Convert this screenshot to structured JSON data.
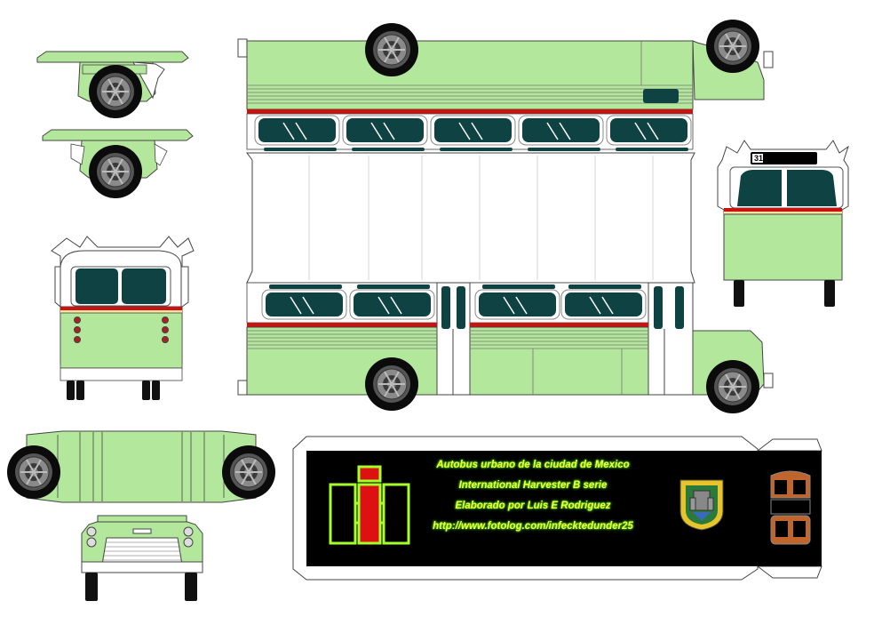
{
  "colors": {
    "body_green": "#b3e79b",
    "window_dark": "#0f4343",
    "stripe_red": "#cc1111",
    "tire_black": "#0b0b0b",
    "hub_grey": "#7a7a7a",
    "panel_black": "#000000",
    "logo_red": "#dd1111",
    "logo_glow": "#a4ff2a",
    "text_yellow": "#ffff33",
    "crest_yellow": "#e7c52a",
    "emblem_orange": "#c0662c"
  },
  "route_number": "31",
  "credits": {
    "line1": "Autobus urbano  de la ciudad de Mexico",
    "line2": "International Harvester B serie",
    "line3": "Elaborado por Luis E  Rodriguez",
    "line4": "http://www.fotolog.com/infecktedunder25"
  },
  "icons": {
    "ih_logo": "international-harvester-logo",
    "crest": "mexico-city-coat-of-arms",
    "emblem": "author-emblem"
  }
}
